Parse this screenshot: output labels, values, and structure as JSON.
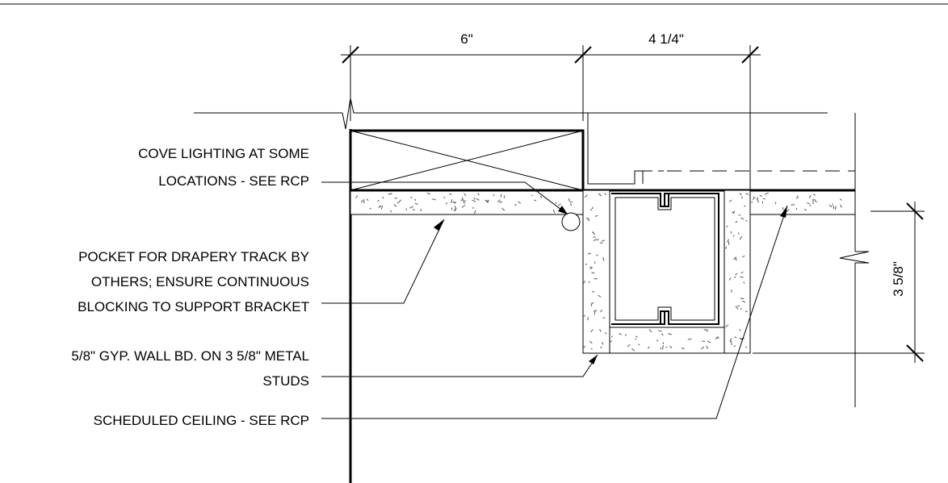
{
  "dimensions": {
    "dim_left": "6\"",
    "dim_right": "4 1/4\"",
    "dim_vertical": "3 5/8\""
  },
  "callouts": [
    {
      "lines": [
        "COVE LIGHTING  AT SOME",
        "LOCATIONS - SEE RCP"
      ]
    },
    {
      "lines": [
        "POCKET FOR DRAPERY TRACK BY",
        "OTHERS; ENSURE CONTINUOUS",
        "BLOCKING TO SUPPORT BRACKET"
      ]
    },
    {
      "lines": [
        "5/8\" GYP. WALL BD. ON 3 5/8\" METAL",
        "STUDS"
      ]
    },
    {
      "lines": [
        "SCHEDULED CEILING - SEE RCP"
      ]
    }
  ]
}
